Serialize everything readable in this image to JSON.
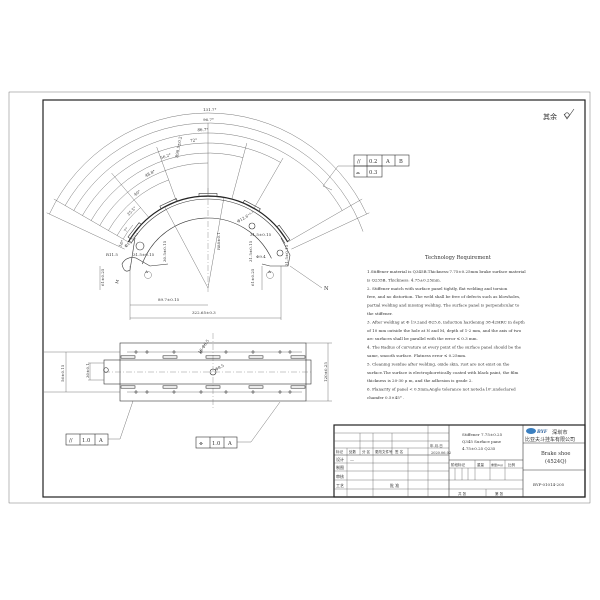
{
  "drawing": {
    "surface_note": "其余",
    "gdt_top": {
      "row1": [
        "//",
        "0.2",
        "A",
        "B"
      ],
      "row2": [
        "⌓",
        "0.3"
      ]
    },
    "gdt_left": [
      "//",
      "1.0",
      "A"
    ],
    "gdt_mid": [
      "⌯",
      "1.0",
      "A"
    ],
    "leader_label": "N",
    "angle_dims": [
      "131.7°",
      "96.7°",
      "86.7°",
      "72°",
      "56.2°",
      "48.8°",
      "40°",
      "25.5°",
      "7°",
      "16°"
    ],
    "dims": {
      "r_outer": "R98.5±0.2",
      "r_inner": "R88±0.1",
      "hole_left": "Φ14.5⁺⁰·²",
      "hole_right": "Φ12.6⁺⁰·²",
      "slot": "R11.5",
      "left_h": "31.5±0.15",
      "left_v": "30.5±0.15",
      "right_h": "31.5±0.15",
      "right_v": "31.5±0.15",
      "r_right": "Φ9.4",
      "left_base": "61±0.25",
      "right_base": "61±0.25",
      "half_width": "89.7±0.15",
      "total_width": "322.65±0.3",
      "m_label": "M",
      "b_height": "56±0.15",
      "b_inner": "30±0.1",
      "b_total": "120±0.25",
      "b_hole": "Φ8.5",
      "b_diag": "16-Φ6.5"
    },
    "datum_labels": [
      "A",
      "A",
      "B"
    ]
  },
  "requirements": {
    "title": "Technology Requirement",
    "lines": [
      "1.Stiffener material is Q345B.Thickness:7.75±0.25mm brake surface material",
      "is Q235B, Thickness: 4.75±0.25mm.",
      "2. Stiffener match with surface panel tightly, flat welding  and torsion",
      "free, and no distortion. The weld shall be free of defects such as blowholes,",
      "partial welding and missing welding. The surface panel is perpendicular to",
      "the stiffener.",
      "3. After welding at Φ 19.2and Φ25.6, induction hardening 38-42HRC in depth",
      "of 10 mm outside the hole at N and M, depth of 1-2 mm, and the axis of two",
      "arc surfaces shall be parallel with the error ≤ 0.3 mm.",
      "4. The Radius of curvature at every point of the surface panel should be the",
      "same, smooth surface. Flatness error ≤ 0.25mm.",
      "5. Cleaning residue after welding,  oxide skin, rust are not exist on the",
      "surface.The surface is electrophoretically coated with black paint, the film",
      "thickness is 20-30 μ m, and the adhesion is grade 2.",
      "6. Planarity of panel < 0.5mm;Angle tolerance not noted±10',undeclared",
      "chamfer 0.5×45° ."
    ]
  },
  "title_block": {
    "material_lines": [
      "Stiffener 7.75±0.25",
      "Q345 Surface pane",
      "4.75±0.25 Q235"
    ],
    "date": "2020.06.02",
    "header": [
      "标记",
      "处数",
      "分 区",
      "更改文件号",
      "签 名",
      "年.月.日"
    ],
    "roles": [
      "设计",
      "制图",
      "审核",
      "工艺"
    ],
    "designer": "—",
    "approve": "批 准",
    "stage_headers": [
      "阶段标记",
      "重量",
      "重量(kg)",
      "比例"
    ],
    "sheets": [
      "共   张",
      "第   张"
    ],
    "logo": "BYF",
    "city": "深圳市",
    "company": "比亚夫斗挂车有限公司",
    "part_name": "Brake shoe",
    "part_model": "(4524Q)",
    "drawing_no": "BYF-01014-205"
  }
}
